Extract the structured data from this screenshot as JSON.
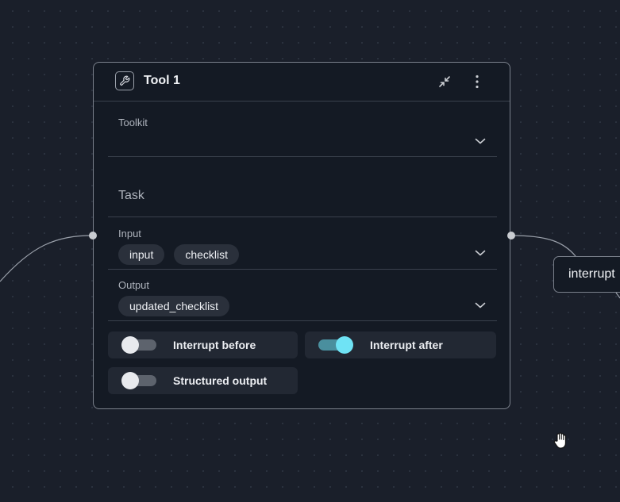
{
  "node": {
    "title": "Tool 1",
    "icon": "wrench-icon",
    "actions": [
      "collapse-icon",
      "more-vertical-icon"
    ]
  },
  "fields": {
    "toolkit": {
      "label": "Toolkit",
      "value": ""
    },
    "task": {
      "placeholder": "Task"
    },
    "input": {
      "label": "Input",
      "chips": [
        "input",
        "checklist"
      ]
    },
    "output": {
      "label": "Output",
      "chips": [
        "updated_checklist"
      ]
    }
  },
  "switches": {
    "interrupt_before": {
      "label": "Interrupt before",
      "on": false
    },
    "interrupt_after": {
      "label": "Interrupt after",
      "on": true
    },
    "structured_output": {
      "label": "Structured output",
      "on": false
    }
  },
  "connected_node": {
    "label": "interrupt"
  },
  "colors": {
    "canvas": "#1a1f2a",
    "node_bg": "#141a24",
    "node_border": "#7b818c",
    "toggle_on": "#6fe3f5",
    "chip_bg": "#2a303b"
  }
}
